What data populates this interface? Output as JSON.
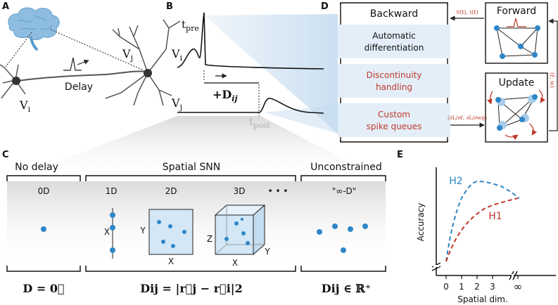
{
  "panels": {
    "a": "A",
    "b": "B",
    "c": "C",
    "d": "D",
    "e": "E"
  },
  "panel_a": {
    "delay": "Delay",
    "vi": "V",
    "vi_sub": "i",
    "vj": "V",
    "vj_sub": "j"
  },
  "panel_b": {
    "vi": "V",
    "vi_sub": "i",
    "vj": "V",
    "vj_sub": "j",
    "tpre": "t",
    "tpre_sub": "pre",
    "tpost": "t",
    "tpost_sub": "post",
    "delay_label": "+D",
    "delay_sub": "ij"
  },
  "panel_d": {
    "backward": "Backward",
    "forward": "Forward",
    "update": "Update",
    "box1": [
      "Automatic",
      "differentiation"
    ],
    "box2": [
      "Discontinuity",
      "handling"
    ],
    "box3": [
      "Custom",
      "spike queues"
    ],
    "fwd_arrow": "v(t), i(t)",
    "grad_label": "(∂L/∂r̄, ∂L/∂wij)",
    "side_label": "(r̄, w)"
  },
  "panel_c": {
    "headers": [
      "No delay",
      "Spatial SNN",
      "Unconstrained"
    ],
    "sub": [
      "0D",
      "1D",
      "2D",
      "3D",
      "• • •",
      "\"∞-D\""
    ],
    "axis_x": "X",
    "axis_y": "Y",
    "axis_z": "Z",
    "eq1": "D = 0⃗",
    "eq2": "Dij = |r⃗j − r⃗i|2",
    "eq3": "Dij ∈ ℝ⁺"
  },
  "panel_e": {
    "ylabel": "Accuracy",
    "xlabel": "Spatial dim.",
    "ticks": [
      "0",
      "1",
      "2",
      "3",
      "∞"
    ],
    "h1": "H1",
    "h2": "H2"
  },
  "colors": {
    "accent_blue": "#2e86c8",
    "accent_red": "#c0392b",
    "box_fill": "#e3eef8",
    "neuron": "#333333"
  }
}
